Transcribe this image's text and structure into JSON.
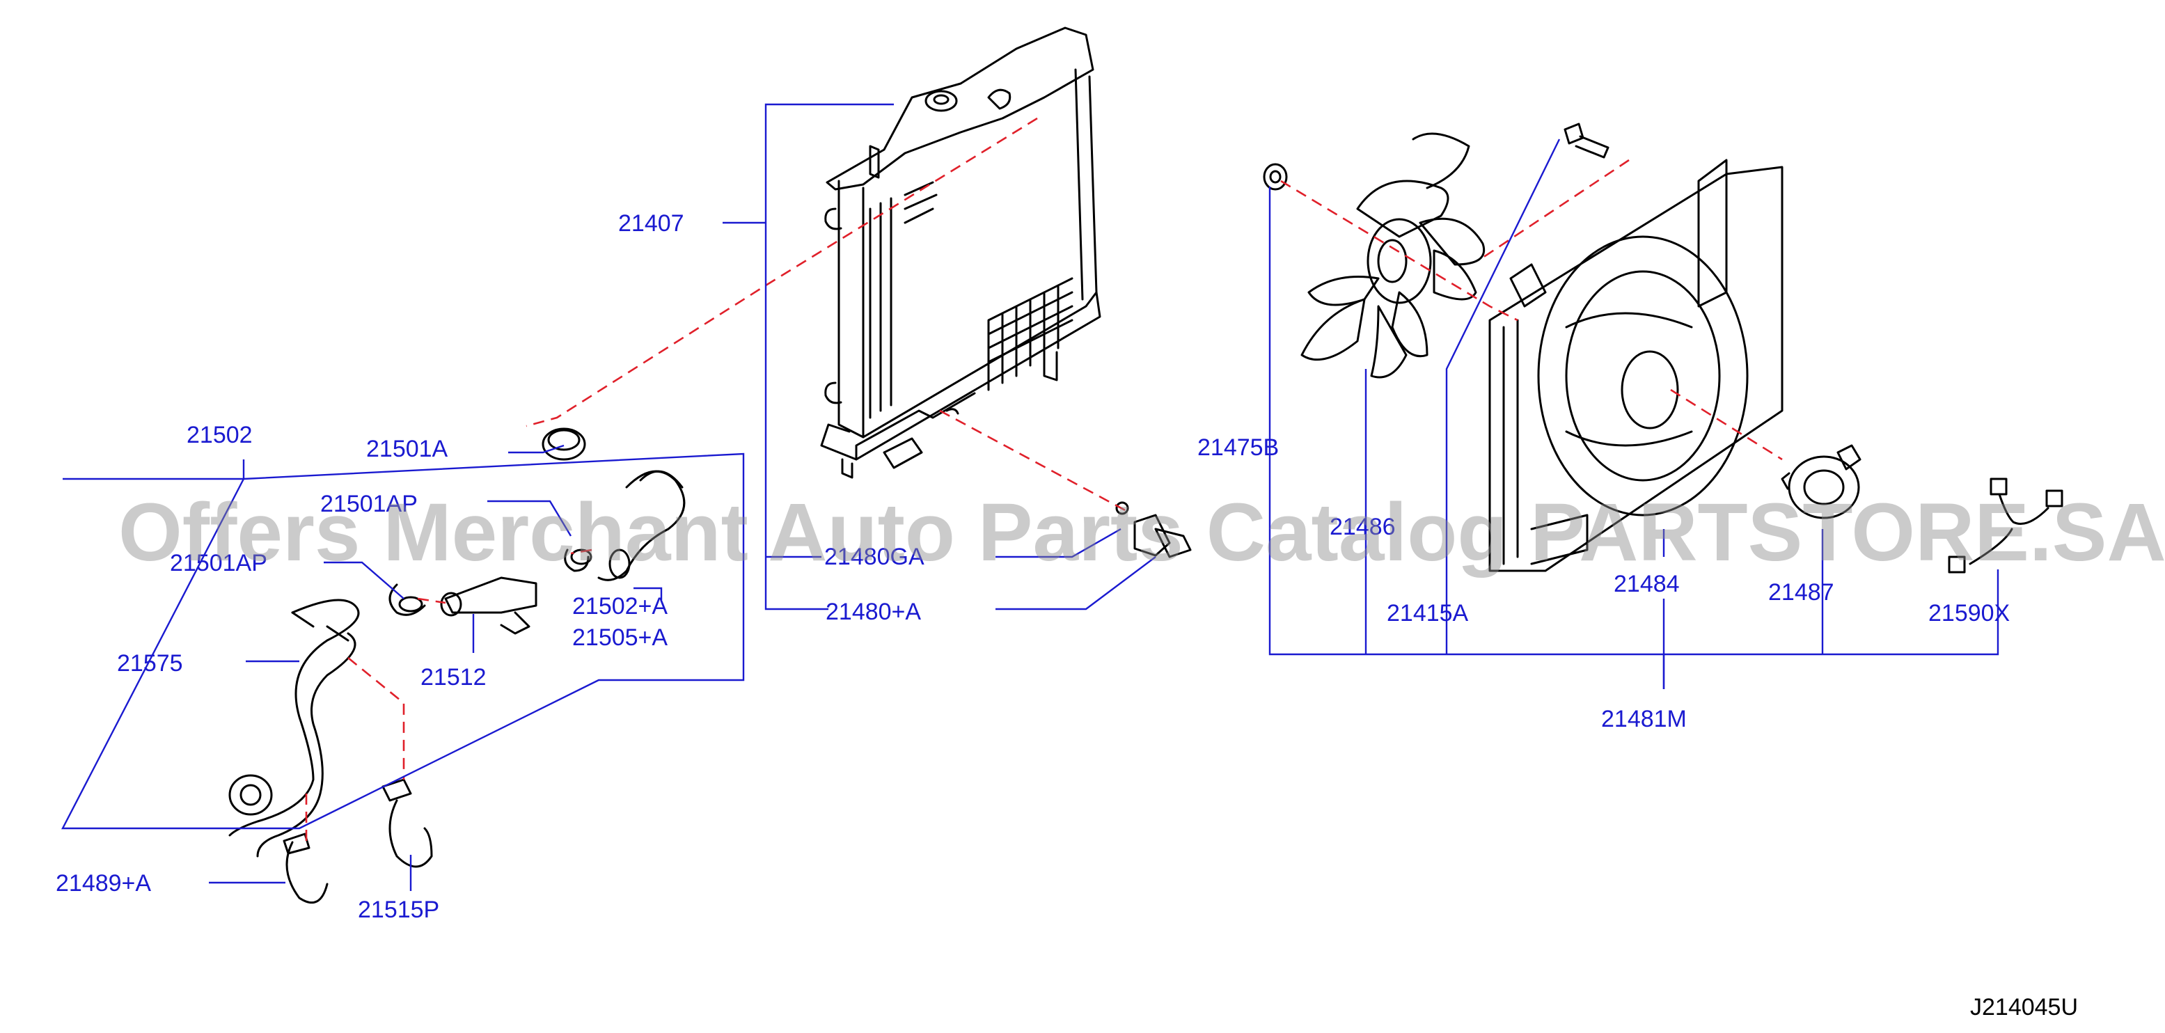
{
  "watermark": "Offers Merchant Auto Parts Catalog PARTSTORE.SA",
  "diagram_code": "J214045U",
  "callouts": {
    "p21407": "21407",
    "p21502": "21502",
    "p21501A": "21501A",
    "p21501AP_a": "21501AP",
    "p21501AP_b": "21501AP",
    "p21480GA": "21480GA",
    "p21480A": "21480+A",
    "p21502A": "21502+A",
    "p21505A": "21505+A",
    "p21512": "21512",
    "p21575": "21575",
    "p21489A": "21489+A",
    "p21515P": "21515P",
    "p21475B": "21475B",
    "p21486": "21486",
    "p21415A": "21415A",
    "p21484": "21484",
    "p21487": "21487",
    "p21590X": "21590X",
    "p21481M": "21481M"
  },
  "colors": {
    "label": "#1a1ad0",
    "leader": "#1a1ad0",
    "dashed": "#e0202a",
    "part_outline": "#000000"
  }
}
